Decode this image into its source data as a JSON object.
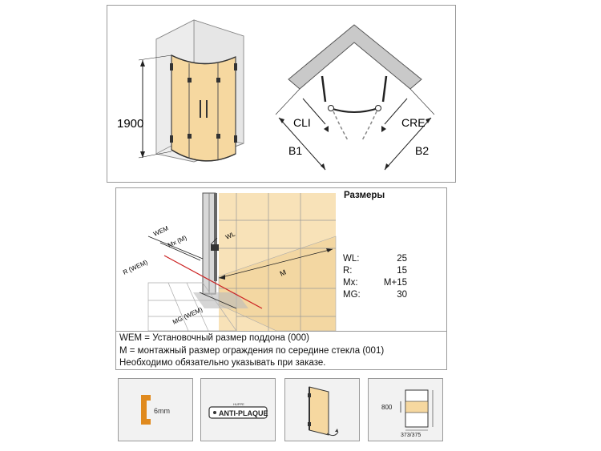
{
  "top_diagram": {
    "height_label": "1900",
    "cli_label": "CLI",
    "cre_label": "CRE",
    "b1_label": "B1",
    "b2_label": "B2"
  },
  "install_diagram": {
    "title": "Размеры",
    "labels": {
      "wem": "WEM",
      "mx_m": "Mx (M)",
      "r_wem": "R (WEM)",
      "wl": "WL",
      "m": "M",
      "mg_wem": "MG (WEM)"
    },
    "params": [
      {
        "key": "WL:",
        "value": "25"
      },
      {
        "key": "R:",
        "value": "15"
      },
      {
        "key": "Mx:",
        "value": "M+15"
      },
      {
        "key": "MG:",
        "value": "30"
      }
    ]
  },
  "notes": [
    "WEM = Установочный размер поддона (000)",
    "M = монтажный размер ограждения по середине стекла (001)",
    "Необходимо обязательно указывать при заказе."
  ],
  "icons": {
    "glass": {
      "text": "6mm",
      "name": "glass-thickness-icon",
      "color": "#e08a1e"
    },
    "coating": {
      "brand": "HUPPE",
      "text": "ANTI-PLAQUE",
      "name": "anti-plaque-coating-icon"
    },
    "door": {
      "name": "hinged-door-icon"
    },
    "dimensions": {
      "height": "800",
      "width": "373/375",
      "name": "door-dimensions-icon"
    }
  },
  "colors": {
    "glass_tint": "#f7dfb0",
    "frame": "#9a9a9a",
    "accent_red": "#cc2222"
  }
}
